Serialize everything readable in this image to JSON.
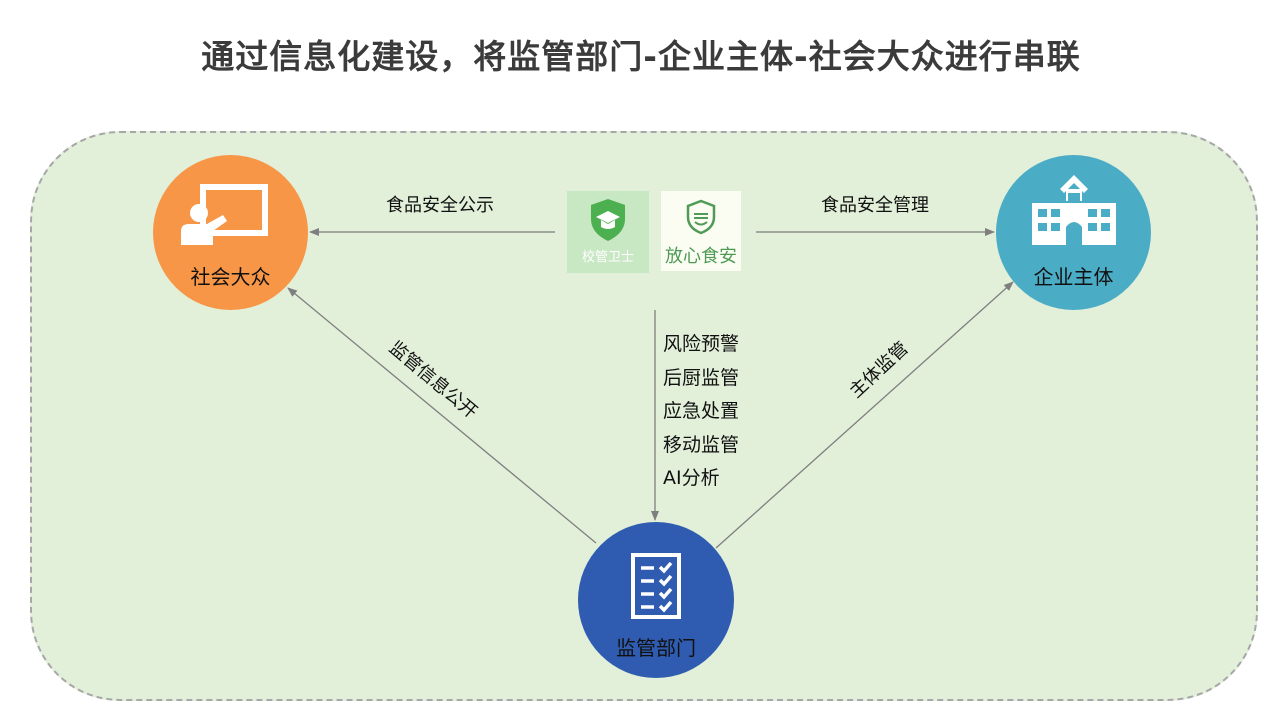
{
  "title": "通过信息化建设，将监管部门-企业主体-社会大众进行串联",
  "nodes": {
    "public": {
      "label": "社会大众",
      "color": "#f79646",
      "icon": "teacher-board-icon"
    },
    "enterprise": {
      "label": "企业主体",
      "color": "#4bacc6",
      "icon": "school-building-icon"
    },
    "regulator": {
      "label": "监管部门",
      "color": "#2f5cb0",
      "icon": "checklist-icon"
    }
  },
  "apps": {
    "guard": {
      "label": "校管卫士",
      "icon": "shield-graduation-cap-icon"
    },
    "food": {
      "label": "放心食安",
      "icon": "shield-logo-icon"
    }
  },
  "edges": {
    "to_public": "食品安全公示",
    "to_enterprise": "食品安全管理",
    "regulator_public": "监管信息公开",
    "regulator_enterprise": "主体监管"
  },
  "functions": [
    "风险预警",
    "后厨监管",
    "应急处置",
    "移动监管",
    "AI分析"
  ],
  "colors": {
    "panel_bg": "#e2efd9",
    "arrow": "#7f7f7f",
    "title": "#3b3b3b"
  }
}
